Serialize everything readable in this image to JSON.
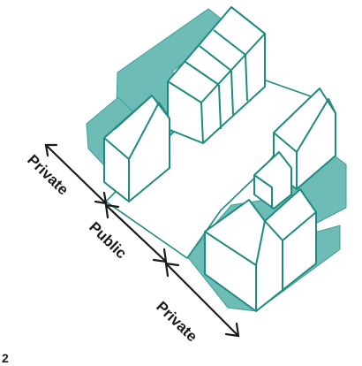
{
  "figure_number": "2",
  "labels": {
    "private_front": "Private",
    "public": "Public",
    "private_back": "Private"
  },
  "colors": {
    "garden_fill": "#6dbcb5",
    "building_stroke": "#1f8a80",
    "building_fill": "#ffffff",
    "ink": "#1a1a1a"
  },
  "icons": {
    "dimension_arrow": "double-headed-arrow"
  }
}
